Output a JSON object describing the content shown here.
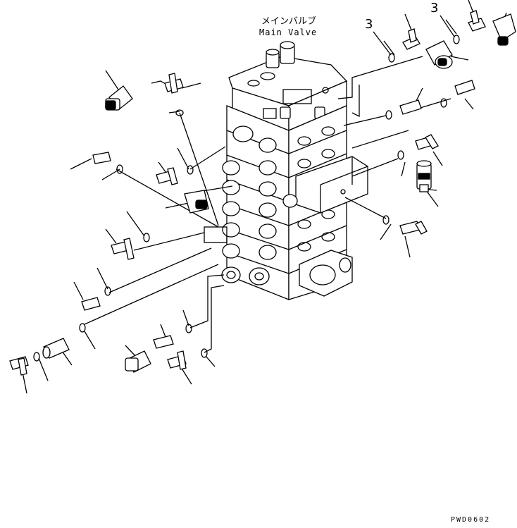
{
  "title": {
    "japanese": "メインバルブ",
    "english": "Main Valve"
  },
  "callouts": [
    "3",
    "3"
  ],
  "drawing_code": "PWD0602"
}
